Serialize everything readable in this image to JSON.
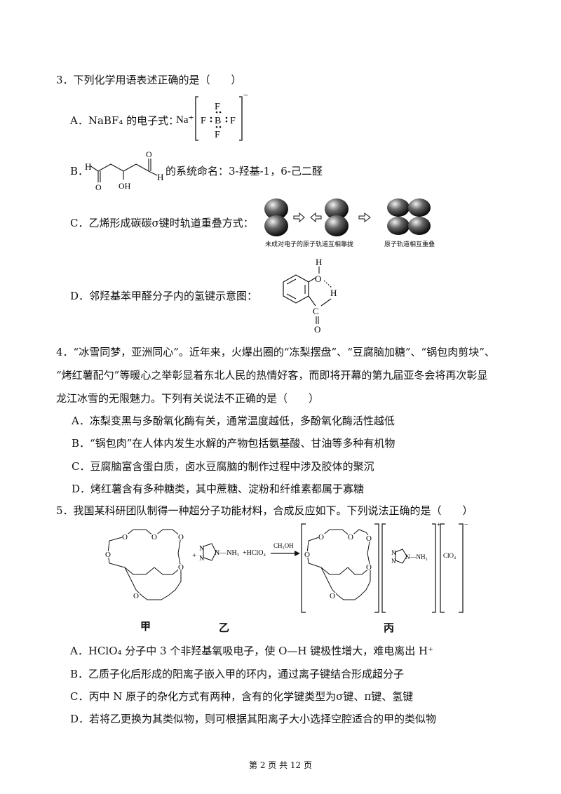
{
  "q3": {
    "stem": "3．下列化学用语表述正确的是（　　）",
    "a_label": "A．NaBF₄ 的电子式：",
    "a_na": "Na⁺",
    "a_f": "F",
    "a_b": "B",
    "a_charge": "−",
    "b_label": "B．",
    "b_text": "的系统命名：3-羟基-1，6-己二醛",
    "b_h": "H",
    "b_o": "O",
    "b_oh": "OH",
    "c_text": "C．乙烯形成碳碳σ键时轨道重叠方式：",
    "c_caption1": "未成对电子的原子轨道互相靠拢",
    "c_caption2": "原子轨道相互重叠",
    "d_text": "D．邻羟基苯甲醛分子内的氢键示意图：",
    "d_h": "H",
    "d_o": "O",
    "d_c": "C"
  },
  "q4": {
    "line1": "4．“冰雪同梦，亚洲同心”。近年来，火爆出圈的“冻梨摆盘”、“豆腐脑加糖”、“锅包肉剪块”、",
    "line2": "“烤红薯配勺”等暖心之举彰显着东北人民的热情好客，而即将开幕的第九届亚冬会将再次彰显",
    "line3": "龙江冰雪的无限魅力。下列有关说法不正确的是（　　）",
    "a": "A．冻梨变黑与多酚氧化酶有关，通常温度越低，多酚氧化酶活性越低",
    "b": "B．“锅包肉”在人体内发生水解的产物包括氨基酸、甘油等多种有机物",
    "c": "C．豆腐脑富含蛋白质，卤水豆腐脑的制作过程中涉及胶体的聚沉",
    "d": "D．烤红薯含有多种糖类，其中蔗糖、淀粉和纤维素都属于寡糖"
  },
  "q5": {
    "stem": "5．我国某科研团队制得一种超分子功能材料，合成反应如下。下列说法正确的是（　　）",
    "reagent": "+HClO₄",
    "plus": "+",
    "solvent": "CH₃OH",
    "nh3": "N—NH₃",
    "n": "N",
    "o": "O",
    "clo4": "ClO₄",
    "plus_charge": "+",
    "minus_charge": "−",
    "label_jia": "甲",
    "label_yi": "乙",
    "label_bing": "丙",
    "a": "A．HClO₄ 分子中 3 个非羟基氧吸电子，使 O—H 键极性增大，难电离出 H⁺",
    "b": "B．乙质子化后形成的阳离子嵌入甲的环内，通过离子键结合形成超分子",
    "c": "C．丙中 N 原子的杂化方式有两种，含有的化学键类型为σ键、π键、氢键",
    "d": "D．若将乙更换为其类似物，则可根据其阳离子大小选择空腔适合的甲的类似物"
  },
  "footer": "第 2 页 共 12 页"
}
